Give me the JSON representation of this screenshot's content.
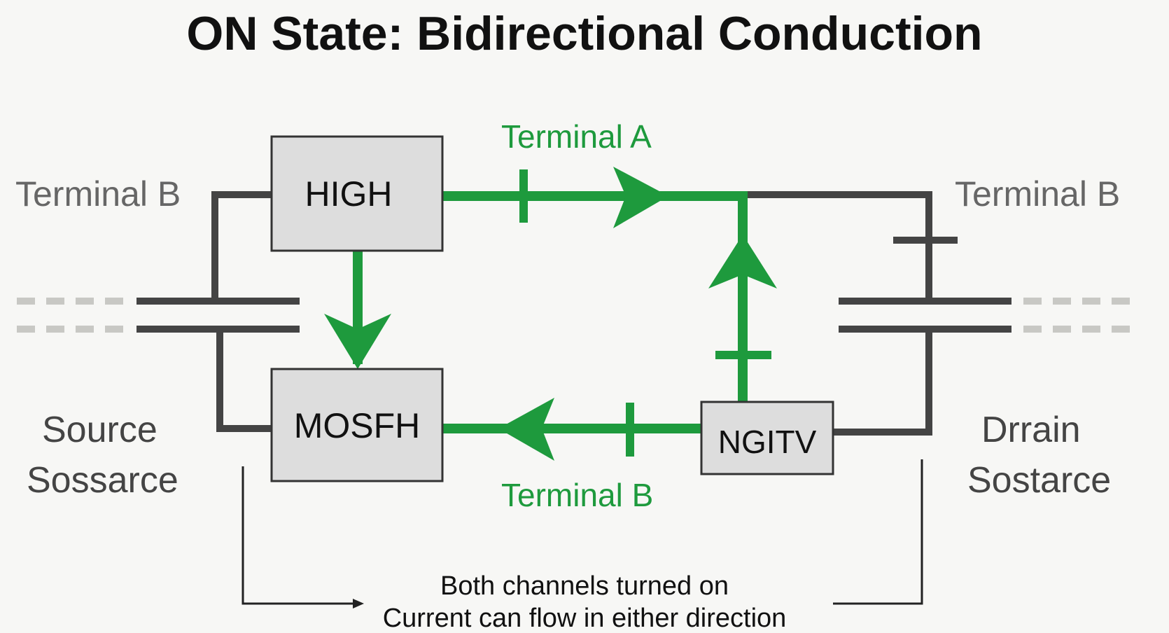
{
  "title": "ON State: Bidirectional Conduction",
  "labels": {
    "terminal_a_top": "Terminal A",
    "terminal_b_bottom": "Terminal B",
    "terminal_b_left": "Terminal B",
    "terminal_b_right": "Terminal B",
    "source_line1": "Source",
    "source_line2": "Sossarce",
    "drain_line1": "Drrain",
    "drain_line2": "Sostarce"
  },
  "boxes": {
    "high": "HIGH",
    "mosfh": "MOSFH",
    "ngitv": "NGITV"
  },
  "footer": {
    "line1": "Both channels turned on",
    "line2": "Current can flow in either direction"
  },
  "colors": {
    "current_path": "#1e9a3d",
    "wire": "#444444",
    "box_fill": "#dddddd",
    "dashed": "#c8c8c4"
  }
}
